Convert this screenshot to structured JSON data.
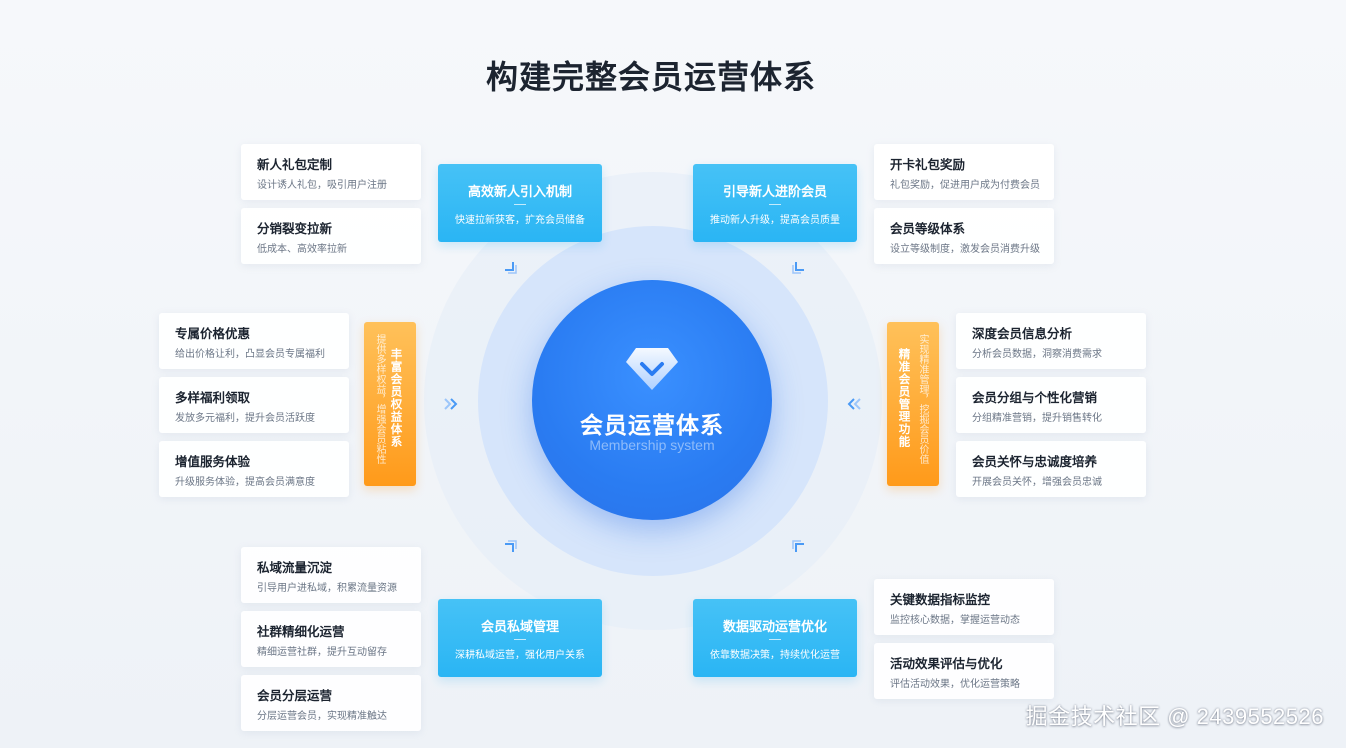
{
  "title": "构建完整会员运营体系",
  "center": {
    "title": "会员运营体系",
    "subtitle": "Membership system",
    "icon": "diamond-icon"
  },
  "colors": {
    "core": "#2a7cf2",
    "blue_card": "#2ab5f4",
    "orange_tag": "#ff9a1a"
  },
  "top_left_block": {
    "title": "高效新人引入机制",
    "desc": "快速拉新获客，扩充会员储备"
  },
  "top_right_block": {
    "title": "引导新人进阶会员",
    "desc": "推动新人升级，提高会员质量"
  },
  "bottom_left_block": {
    "title": "会员私域管理",
    "desc": "深耕私域运营，强化用户关系"
  },
  "bottom_right_block": {
    "title": "数据驱动运营优化",
    "desc": "依靠数据决策，持续优化运营"
  },
  "left_tag": {
    "main": "丰富会员权益体系",
    "sub": "提供多样权益，增强会员粘性"
  },
  "right_tag": {
    "main": "精准会员管理功能",
    "sub": "实现精准管理，挖掘会员价值"
  },
  "top_left_cards": [
    {
      "title": "新人礼包定制",
      "desc": "设计诱人礼包，吸引用户注册"
    },
    {
      "title": "分销裂变拉新",
      "desc": "低成本、高效率拉新"
    }
  ],
  "top_right_cards": [
    {
      "title": "开卡礼包奖励",
      "desc": "礼包奖励，促进用户成为付费会员"
    },
    {
      "title": "会员等级体系",
      "desc": "设立等级制度，激发会员消费升级"
    }
  ],
  "left_cards": [
    {
      "title": "专属价格优惠",
      "desc": "给出价格让利，凸显会员专属福利"
    },
    {
      "title": "多样福利领取",
      "desc": "发放多元福利，提升会员活跃度"
    },
    {
      "title": "增值服务体验",
      "desc": "升级服务体验，提高会员满意度"
    }
  ],
  "right_cards": [
    {
      "title": "深度会员信息分析",
      "desc": "分析会员数据，洞察消费需求"
    },
    {
      "title": "会员分组与个性化营销",
      "desc": "分组精准营销，提升销售转化"
    },
    {
      "title": "会员关怀与忠诚度培养",
      "desc": "开展会员关怀，增强会员忠诚"
    }
  ],
  "bottom_left_cards": [
    {
      "title": "私域流量沉淀",
      "desc": "引导用户进私域，积累流量资源"
    },
    {
      "title": "社群精细化运营",
      "desc": "精细运营社群，提升互动留存"
    },
    {
      "title": "会员分层运营",
      "desc": "分层运营会员，实现精准触达"
    }
  ],
  "bottom_right_cards": [
    {
      "title": "关键数据指标监控",
      "desc": "监控核心数据，掌握运营动态"
    },
    {
      "title": "活动效果评估与优化",
      "desc": "评估活动效果，优化运营策略"
    }
  ],
  "watermark": "掘金技术社区 @ 2439552526"
}
